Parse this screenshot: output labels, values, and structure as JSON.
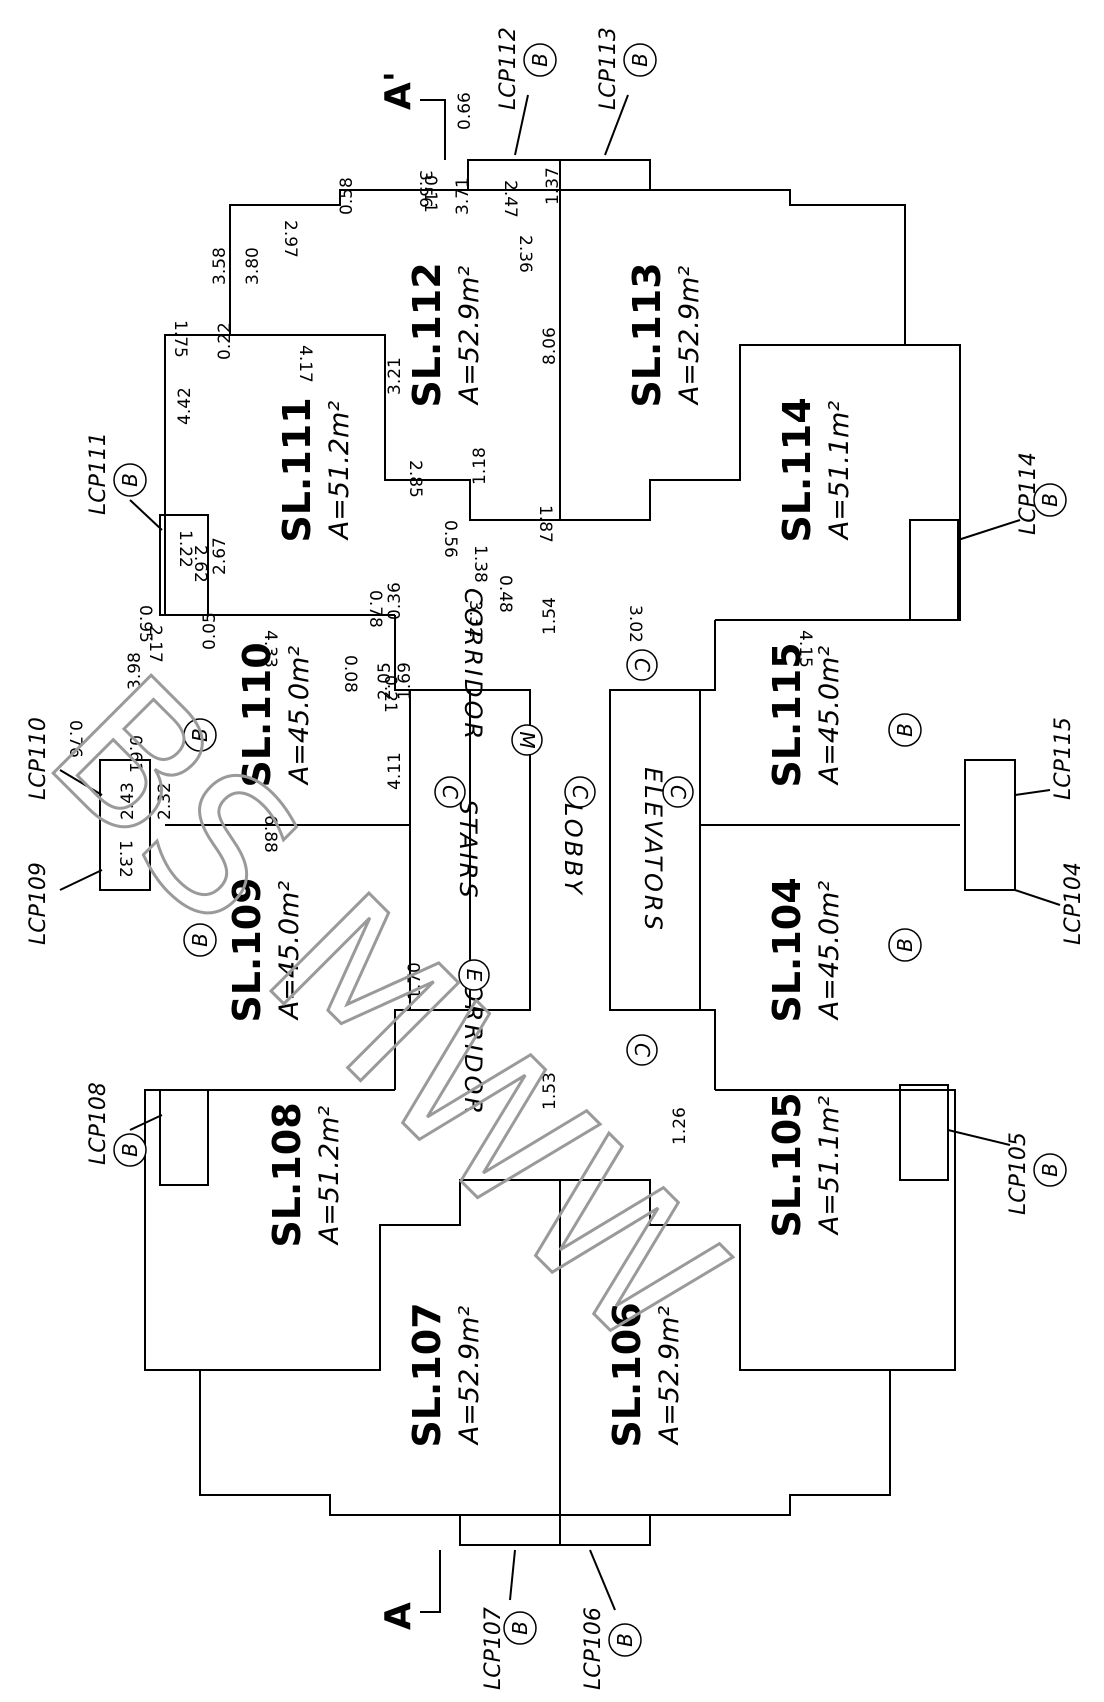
{
  "section_marks": {
    "left": "A",
    "right": "A'"
  },
  "watermark": "BS MWW",
  "units": [
    {
      "name": "SL.112",
      "area": "A=52.9m²"
    },
    {
      "name": "SL.113",
      "area": "A=52.9m²"
    },
    {
      "name": "SL.111",
      "area": "A=51.2m²"
    },
    {
      "name": "SL.114",
      "area": "A=51.1m²"
    },
    {
      "name": "SL.110",
      "area": "A=45.0m²"
    },
    {
      "name": "SL.115",
      "area": "A=45.0m²"
    },
    {
      "name": "SL.109",
      "area": "A=45.0m²"
    },
    {
      "name": "SL.104",
      "area": "A=45.0m²"
    },
    {
      "name": "SL.108",
      "area": "A=51.2m²"
    },
    {
      "name": "SL.105",
      "area": "A=51.1m²"
    },
    {
      "name": "SL.107",
      "area": "A=52.9m²"
    },
    {
      "name": "SL.106",
      "area": "A=52.9m²"
    }
  ],
  "rooms": [
    "CORRIDOR",
    "CORRIDOR",
    "STAIRS",
    "LOBBY",
    "ELEVATORS"
  ],
  "circle_marks": [
    "C",
    "C",
    "C",
    "C",
    "C",
    "M",
    "E",
    "B"
  ],
  "lcp": [
    {
      "label": "LCP112",
      "badge": "B"
    },
    {
      "label": "LCP113",
      "badge": "B"
    },
    {
      "label": "LCP111",
      "badge": "B"
    },
    {
      "label": "LCP114",
      "badge": "B"
    },
    {
      "label": "LCP110",
      "badge": "B"
    },
    {
      "label": "LCP115",
      "badge": "B"
    },
    {
      "label": "LCP109",
      "badge": "B"
    },
    {
      "label": "LCP104",
      "badge": "B"
    },
    {
      "label": "LCP108",
      "badge": "B"
    },
    {
      "label": "LCP105",
      "badge": "B"
    },
    {
      "label": "LCP107",
      "badge": "B"
    },
    {
      "label": "LCP106",
      "badge": "B"
    }
  ],
  "dims": [
    "0.66",
    "0.11",
    "2.47",
    "1.37",
    "3.71",
    "3.56",
    "0.58",
    "2.36",
    "2.97",
    "3.58",
    "3.80",
    "1.75",
    "0.22",
    "4.17",
    "4.42",
    "8.06",
    "3.21",
    "2.85",
    "1.18",
    "1.87",
    "0.56",
    "1.38",
    "1.22",
    "2.62",
    "2.67",
    "0.95",
    "2.17",
    "0.05",
    "4.33",
    "0.78",
    "0.36",
    "3.32",
    "0.48",
    "1.54",
    "1.53",
    "3.02",
    "1.26",
    "4.15",
    "2.05",
    "1.69",
    "1.70",
    "0.08",
    "0.21",
    "4.11",
    "6.88",
    "3.98",
    "0.76",
    "0.61",
    "2.43",
    "2.32",
    "1.32"
  ]
}
